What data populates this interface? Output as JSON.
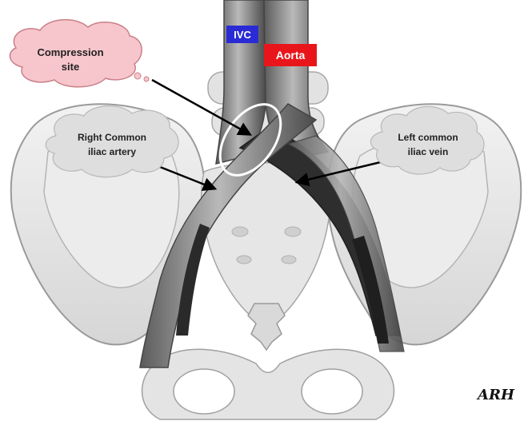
{
  "labels": {
    "ivc": "IVC",
    "aorta": "Aorta",
    "compression_line1": "Compression",
    "compression_line2": "site",
    "right_common_line1": "Right Common",
    "right_common_line2": "iliac artery",
    "left_common_line1": "Left common",
    "left_common_line2": "iliac vein",
    "signature": "ARH"
  },
  "colors": {
    "ivc_box": "#2b2bd6",
    "aorta_box": "#e8161b",
    "cloud_pink": "#f7c6cc",
    "cloud_grey": "#dedede",
    "bone": "#e7e7e7",
    "vessel_dark": "#3a3a3a"
  }
}
